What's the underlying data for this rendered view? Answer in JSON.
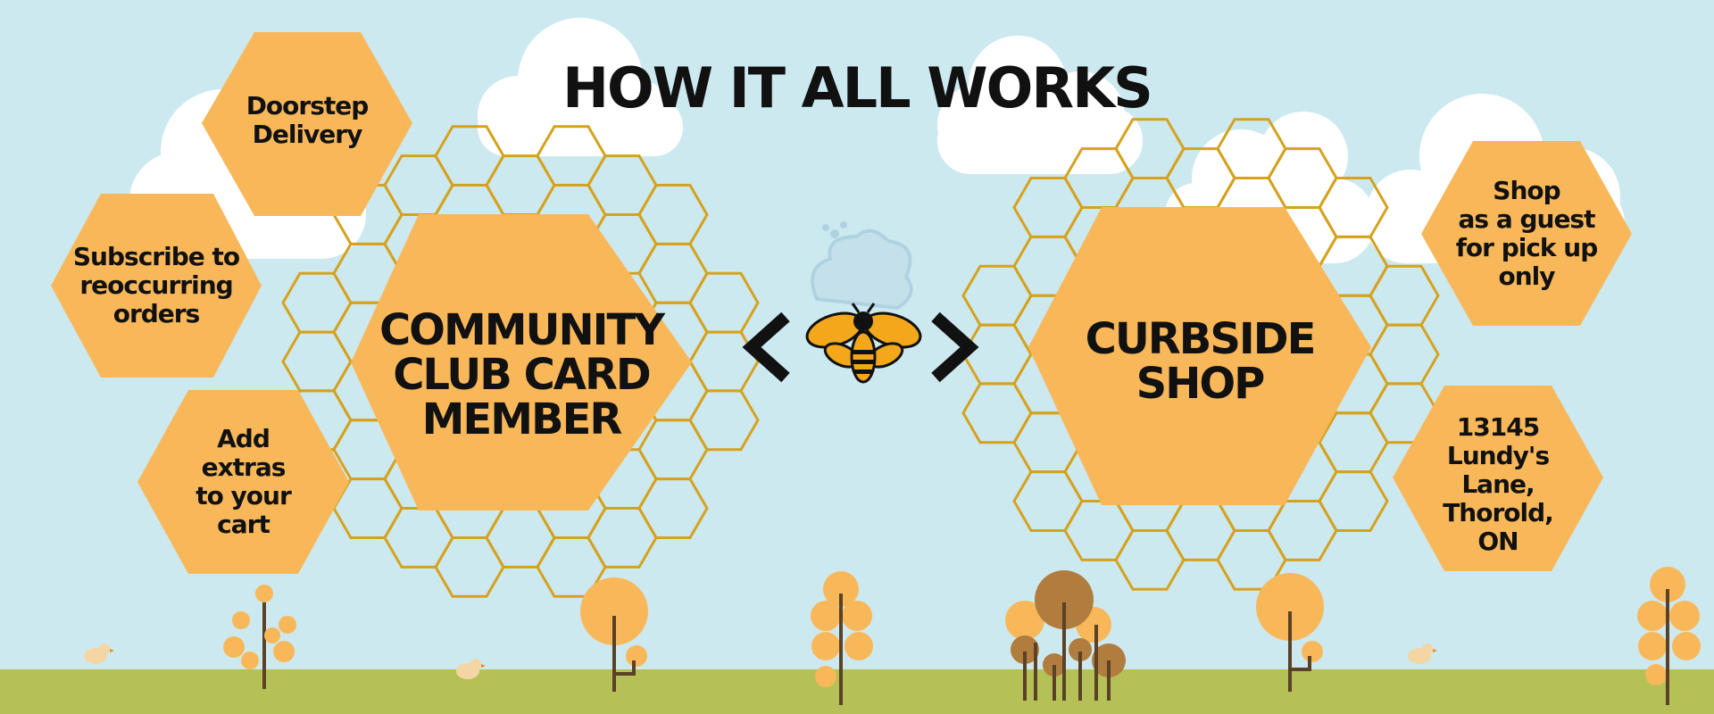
{
  "title": "HOW IT ALL WORKS",
  "left_main": "COMMUNITY\nCLUB CARD\nMEMBER",
  "right_main": "CURBSIDE\nSHOP",
  "left_options": [
    "Doorstep\nDelivery",
    "Subscribe to\nreoccurring\norders",
    "Add\nextras\nto your\ncart"
  ],
  "right_options": [
    "Shop\nas a guest\nfor pick up\nonly",
    "13145\nLundy's\nLane,\nThorold,\nON"
  ],
  "colors": {
    "sky": "#cde9f0",
    "hex_fill": "#f8b85a",
    "hex_outline": "#d5a21e",
    "ground": "#b5c157",
    "tree_dark": "#b07d3f",
    "trunk": "#5b4126"
  },
  "icons": [
    "bee-icon",
    "chevron-left-icon",
    "chevron-right-icon",
    "cloud-icon",
    "tree-icon",
    "bird-icon"
  ]
}
